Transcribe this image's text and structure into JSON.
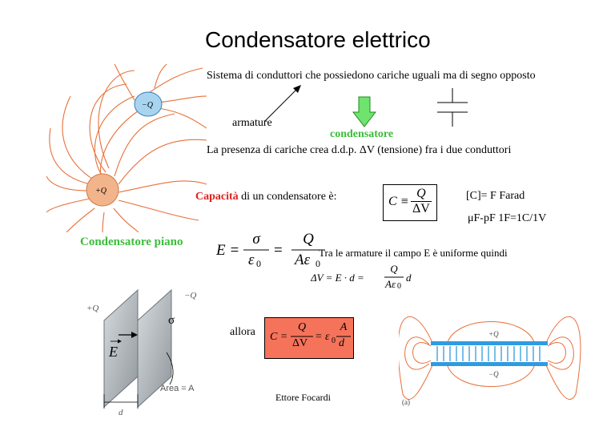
{
  "title": "Condensatore elettrico",
  "subtitle": "Sistema di conduttori che possiedono cariche uguali ma di segno opposto",
  "armature_label": "armature",
  "condensatore_label": "condensatore",
  "presence_text": "La presenza di cariche crea d.d.p. ΔV (tensione) fra i due conduttori",
  "capacity": {
    "highlight": "Capacità",
    "rest": " di un condensatore è:",
    "formula_lhs": "C ≡",
    "formula_num": "Q",
    "formula_den": "ΔV"
  },
  "units": {
    "line1": "[C]= F  Farad",
    "line2": "μF-pF  1F=1C/1V"
  },
  "plane": {
    "label": "Condensatore piano",
    "lhs": "E =",
    "sigma": "σ",
    "eps0": "ε",
    "eps_sub": "0",
    "eq": "=",
    "Q": "Q",
    "Aeps": "Aε",
    "Aeps_sub": "0"
  },
  "uniform_text": "Tra le armature il campo E è uniforme quindi",
  "dv_formula": {
    "lhs": "ΔV = E · d =",
    "num": "Q",
    "den": "Aε",
    "den_sub": "0",
    "tail": "d"
  },
  "allora": "allora",
  "final_formula": {
    "lhs": "C =",
    "num1": "Q",
    "den1": "ΔV",
    "eq": "= ε",
    "eps_sub": "0",
    "num2": "A",
    "den2": "d",
    "box_color": "#f5735a"
  },
  "author": "Ettore Focardi",
  "figure_labels": {
    "minusQ": "−Q",
    "plusQ": "+Q",
    "sigma": "σ",
    "E": "E",
    "area": "Area = A",
    "d": "d",
    "plate_plus": "+Q",
    "plate_minus": "−Q",
    "caption": "(a)"
  },
  "colors": {
    "red": "#e0201f",
    "green": "#3bbd3b",
    "field_line": "#e8703a",
    "plate_blue": "#2f9be0"
  }
}
